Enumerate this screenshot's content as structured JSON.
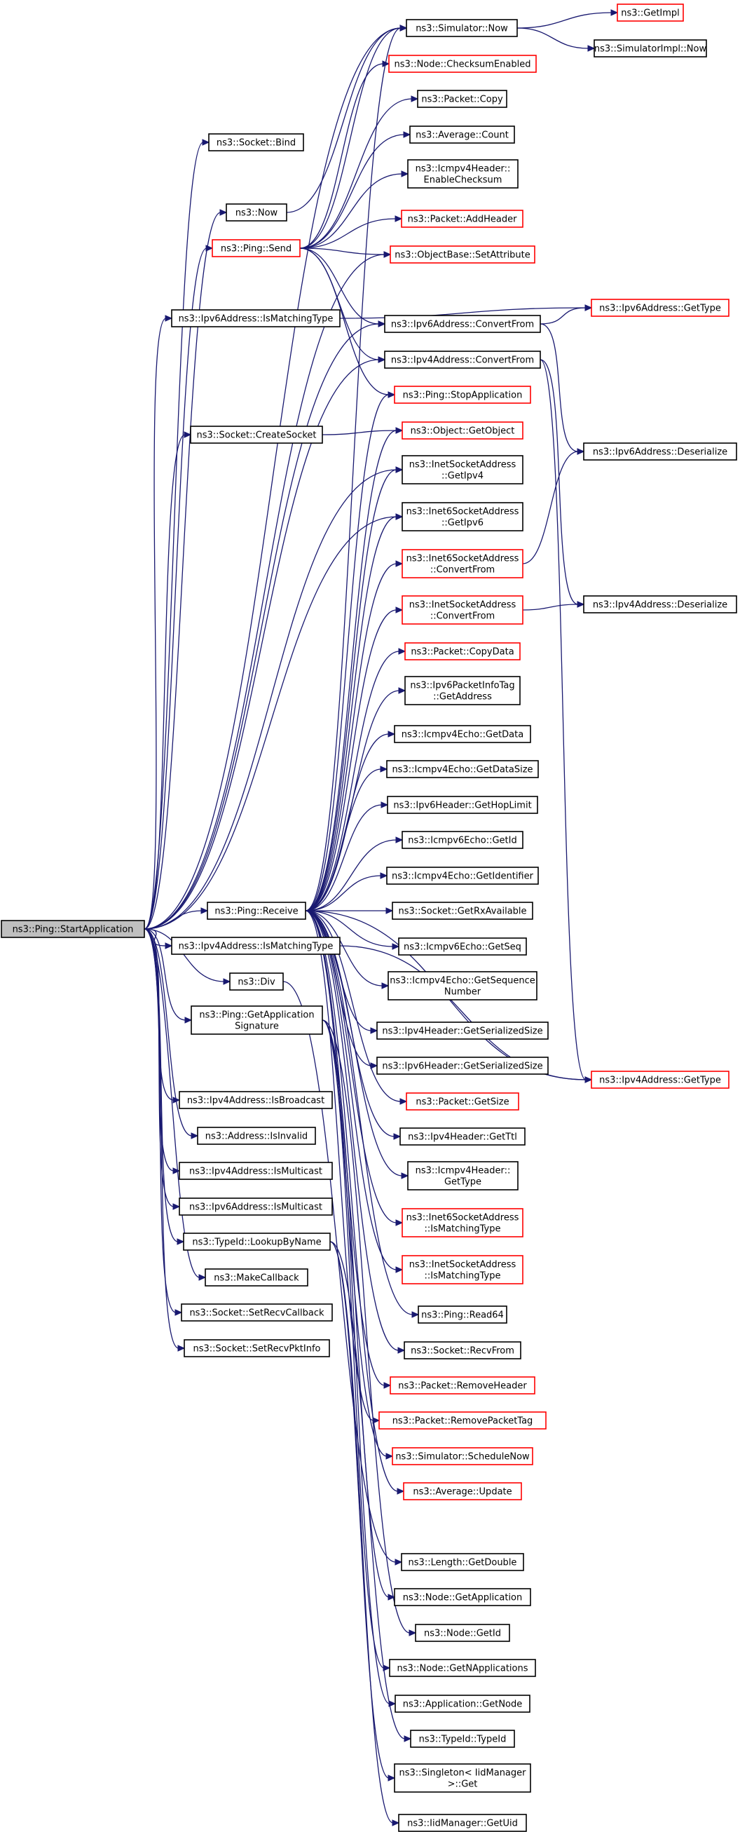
{
  "root": "ns3::Ping::StartApplication",
  "nodes": {
    "start": {
      "lines": [
        "ns3::Ping::StartApplication"
      ],
      "kind": "root"
    },
    "socketBind": {
      "lines": [
        "ns3::Socket::Bind"
      ],
      "kind": "black"
    },
    "now": {
      "lines": [
        "ns3::Now"
      ],
      "kind": "black"
    },
    "pingSend": {
      "lines": [
        "ns3::Ping::Send"
      ],
      "kind": "red"
    },
    "ipv6IsMatching": {
      "lines": [
        "ns3::Ipv6Address::IsMatchingType"
      ],
      "kind": "black"
    },
    "socketCreate": {
      "lines": [
        "ns3::Socket::CreateSocket"
      ],
      "kind": "black"
    },
    "pingReceive": {
      "lines": [
        "ns3::Ping::Receive"
      ],
      "kind": "black"
    },
    "ipv4IsMatching": {
      "lines": [
        "ns3::Ipv4Address::IsMatchingType"
      ],
      "kind": "black"
    },
    "div": {
      "lines": [
        "ns3::Div"
      ],
      "kind": "black"
    },
    "getAppSig": {
      "lines": [
        "ns3::Ping::GetApplication",
        "Signature"
      ],
      "kind": "black"
    },
    "ipv4IsBroadcast": {
      "lines": [
        "ns3::Ipv4Address::IsBroadcast"
      ],
      "kind": "black"
    },
    "addrIsInvalid": {
      "lines": [
        "ns3::Address::IsInvalid"
      ],
      "kind": "black"
    },
    "ipv4IsMulticast": {
      "lines": [
        "ns3::Ipv4Address::IsMulticast"
      ],
      "kind": "black"
    },
    "ipv6IsMulticast": {
      "lines": [
        "ns3::Ipv6Address::IsMulticast"
      ],
      "kind": "black"
    },
    "lookupByName": {
      "lines": [
        "ns3::TypeId::LookupByName"
      ],
      "kind": "black"
    },
    "makeCallback": {
      "lines": [
        "ns3::MakeCallback"
      ],
      "kind": "black"
    },
    "setRecvCallback": {
      "lines": [
        "ns3::Socket::SetRecvCallback"
      ],
      "kind": "black"
    },
    "setRecvPktInfo": {
      "lines": [
        "ns3::Socket::SetRecvPktInfo"
      ],
      "kind": "black"
    },
    "simNow": {
      "lines": [
        "ns3::Simulator::Now"
      ],
      "kind": "black"
    },
    "checksumEnabled": {
      "lines": [
        "ns3::Node::ChecksumEnabled"
      ],
      "kind": "red"
    },
    "packetCopy": {
      "lines": [
        "ns3::Packet::Copy"
      ],
      "kind": "black"
    },
    "avgCount": {
      "lines": [
        "ns3::Average::Count"
      ],
      "kind": "black"
    },
    "icmpv4EnableChecksum": {
      "lines": [
        "ns3::Icmpv4Header::",
        "EnableChecksum"
      ],
      "kind": "black"
    },
    "packetAddHeader": {
      "lines": [
        "ns3::Packet::AddHeader"
      ],
      "kind": "red"
    },
    "setAttribute": {
      "lines": [
        "ns3::ObjectBase::SetAttribute"
      ],
      "kind": "red"
    },
    "ipv6ConvertFrom": {
      "lines": [
        "ns3::Ipv6Address::ConvertFrom"
      ],
      "kind": "black"
    },
    "ipv4ConvertFrom": {
      "lines": [
        "ns3::Ipv4Address::ConvertFrom"
      ],
      "kind": "black"
    },
    "stopApp": {
      "lines": [
        "ns3::Ping::StopApplication"
      ],
      "kind": "red"
    },
    "getObject": {
      "lines": [
        "ns3::Object::GetObject"
      ],
      "kind": "red"
    },
    "inetGetIpv4": {
      "lines": [
        "ns3::InetSocketAddress",
        "::GetIpv4"
      ],
      "kind": "black"
    },
    "inet6GetIpv6": {
      "lines": [
        "ns3::Inet6SocketAddress",
        "::GetIpv6"
      ],
      "kind": "black"
    },
    "inet6ConvertFrom": {
      "lines": [
        "ns3::Inet6SocketAddress",
        "::ConvertFrom"
      ],
      "kind": "red"
    },
    "inetConvertFrom": {
      "lines": [
        "ns3::InetSocketAddress",
        "::ConvertFrom"
      ],
      "kind": "red"
    },
    "packetCopyData": {
      "lines": [
        "ns3::Packet::CopyData"
      ],
      "kind": "red"
    },
    "ipv6PktInfoTag": {
      "lines": [
        "ns3::Ipv6PacketInfoTag",
        "::GetAddress"
      ],
      "kind": "black"
    },
    "icmpv4EchoGetData": {
      "lines": [
        "ns3::Icmpv4Echo::GetData"
      ],
      "kind": "black"
    },
    "icmpv4EchoGetDataSize": {
      "lines": [
        "ns3::Icmpv4Echo::GetDataSize"
      ],
      "kind": "black"
    },
    "ipv6HeaderHopLimit": {
      "lines": [
        "ns3::Ipv6Header::GetHopLimit"
      ],
      "kind": "black"
    },
    "icmpv6EchoGetId": {
      "lines": [
        "ns3::Icmpv6Echo::GetId"
      ],
      "kind": "black"
    },
    "icmpv4EchoGetIdentifier": {
      "lines": [
        "ns3::Icmpv4Echo::GetIdentifier"
      ],
      "kind": "black"
    },
    "socketRxAvailable": {
      "lines": [
        "ns3::Socket::GetRxAvailable"
      ],
      "kind": "black"
    },
    "icmpv6EchoGetSeq": {
      "lines": [
        "ns3::Icmpv6Echo::GetSeq"
      ],
      "kind": "black"
    },
    "icmpv4EchoGetSeqNum": {
      "lines": [
        "ns3::Icmpv4Echo::GetSequence",
        "Number"
      ],
      "kind": "black"
    },
    "ipv4HeaderSerSize": {
      "lines": [
        "ns3::Ipv4Header::GetSerializedSize"
      ],
      "kind": "black"
    },
    "ipv6HeaderSerSize": {
      "lines": [
        "ns3::Ipv6Header::GetSerializedSize"
      ],
      "kind": "black"
    },
    "packetGetSize": {
      "lines": [
        "ns3::Packet::GetSize"
      ],
      "kind": "red"
    },
    "ipv4HeaderTtl": {
      "lines": [
        "ns3::Ipv4Header::GetTtl"
      ],
      "kind": "black"
    },
    "icmpv4HeaderGetType": {
      "lines": [
        "ns3::Icmpv4Header::",
        "GetType"
      ],
      "kind": "black"
    },
    "inet6IsMatching": {
      "lines": [
        "ns3::Inet6SocketAddress",
        "::IsMatchingType"
      ],
      "kind": "red"
    },
    "inetIsMatching": {
      "lines": [
        "ns3::InetSocketAddress",
        "::IsMatchingType"
      ],
      "kind": "red"
    },
    "pingRead64": {
      "lines": [
        "ns3::Ping::Read64"
      ],
      "kind": "black"
    },
    "socketRecvFrom": {
      "lines": [
        "ns3::Socket::RecvFrom"
      ],
      "kind": "black"
    },
    "packetRemoveHeader": {
      "lines": [
        "ns3::Packet::RemoveHeader"
      ],
      "kind": "red"
    },
    "packetRemovePacketTag": {
      "lines": [
        "ns3::Packet::RemovePacketTag"
      ],
      "kind": "red"
    },
    "simScheduleNow": {
      "lines": [
        "ns3::Simulator::ScheduleNow"
      ],
      "kind": "red"
    },
    "avgUpdate": {
      "lines": [
        "ns3::Average::Update"
      ],
      "kind": "red"
    },
    "lengthGetDouble": {
      "lines": [
        "ns3::Length::GetDouble"
      ],
      "kind": "black"
    },
    "nodeGetApplication": {
      "lines": [
        "ns3::Node::GetApplication"
      ],
      "kind": "black"
    },
    "nodeGetId": {
      "lines": [
        "ns3::Node::GetId"
      ],
      "kind": "black"
    },
    "nodeGetNApps": {
      "lines": [
        "ns3::Node::GetNApplications"
      ],
      "kind": "black"
    },
    "appGetNode": {
      "lines": [
        "ns3::Application::GetNode"
      ],
      "kind": "black"
    },
    "typeIdTypeId": {
      "lines": [
        "ns3::TypeId::TypeId"
      ],
      "kind": "black"
    },
    "singletonGet": {
      "lines": [
        "ns3::Singleton< IidManager",
        " >::Get"
      ],
      "kind": "black"
    },
    "iidGetUid": {
      "lines": [
        "ns3::IidManager::GetUid"
      ],
      "kind": "black"
    },
    "getImpl": {
      "lines": [
        "ns3::GetImpl"
      ],
      "kind": "red"
    },
    "simImplNow": {
      "lines": [
        "ns3::SimulatorImpl::Now"
      ],
      "kind": "black"
    },
    "ipv6GetType": {
      "lines": [
        "ns3::Ipv6Address::GetType"
      ],
      "kind": "red"
    },
    "ipv6Deserialize": {
      "lines": [
        "ns3::Ipv6Address::Deserialize"
      ],
      "kind": "black"
    },
    "ipv4Deserialize": {
      "lines": [
        "ns3::Ipv4Address::Deserialize"
      ],
      "kind": "black"
    },
    "ipv4GetType": {
      "lines": [
        "ns3::Ipv4Address::GetType"
      ],
      "kind": "red"
    }
  },
  "edges": [
    [
      "start",
      "socketBind"
    ],
    [
      "start",
      "now"
    ],
    [
      "start",
      "pingSend"
    ],
    [
      "start",
      "ipv6IsMatching"
    ],
    [
      "start",
      "socketCreate"
    ],
    [
      "start",
      "pingReceive"
    ],
    [
      "start",
      "ipv4IsMatching"
    ],
    [
      "start",
      "div"
    ],
    [
      "start",
      "getAppSig"
    ],
    [
      "start",
      "ipv4IsBroadcast"
    ],
    [
      "start",
      "addrIsInvalid"
    ],
    [
      "start",
      "ipv4IsMulticast"
    ],
    [
      "start",
      "ipv6IsMulticast"
    ],
    [
      "start",
      "lookupByName"
    ],
    [
      "start",
      "makeCallback"
    ],
    [
      "start",
      "setRecvCallback"
    ],
    [
      "start",
      "setRecvPktInfo"
    ],
    [
      "start",
      "simNow"
    ],
    [
      "start",
      "setAttribute"
    ],
    [
      "start",
      "ipv6ConvertFrom"
    ],
    [
      "start",
      "ipv4ConvertFrom"
    ],
    [
      "start",
      "inetGetIpv4"
    ],
    [
      "start",
      "inet6GetIpv6"
    ],
    [
      "now",
      "simNow"
    ],
    [
      "pingSend",
      "simNow"
    ],
    [
      "pingSend",
      "checksumEnabled"
    ],
    [
      "pingSend",
      "packetCopy"
    ],
    [
      "pingSend",
      "avgCount"
    ],
    [
      "pingSend",
      "icmpv4EnableChecksum"
    ],
    [
      "pingSend",
      "packetAddHeader"
    ],
    [
      "pingSend",
      "setAttribute"
    ],
    [
      "pingSend",
      "ipv6ConvertFrom"
    ],
    [
      "pingSend",
      "ipv4ConvertFrom"
    ],
    [
      "pingSend",
      "stopApp"
    ],
    [
      "ipv6IsMatching",
      "ipv6GetType"
    ],
    [
      "socketCreate",
      "getObject"
    ],
    [
      "pingReceive",
      "simNow"
    ],
    [
      "pingReceive",
      "stopApp"
    ],
    [
      "pingReceive",
      "getObject"
    ],
    [
      "pingReceive",
      "inetGetIpv4"
    ],
    [
      "pingReceive",
      "inet6GetIpv6"
    ],
    [
      "pingReceive",
      "inet6ConvertFrom"
    ],
    [
      "pingReceive",
      "inetConvertFrom"
    ],
    [
      "pingReceive",
      "packetCopyData"
    ],
    [
      "pingReceive",
      "ipv6PktInfoTag"
    ],
    [
      "pingReceive",
      "icmpv4EchoGetData"
    ],
    [
      "pingReceive",
      "icmpv4EchoGetDataSize"
    ],
    [
      "pingReceive",
      "ipv6HeaderHopLimit"
    ],
    [
      "pingReceive",
      "icmpv6EchoGetId"
    ],
    [
      "pingReceive",
      "icmpv4EchoGetIdentifier"
    ],
    [
      "pingReceive",
      "socketRxAvailable"
    ],
    [
      "pingReceive",
      "icmpv6EchoGetSeq"
    ],
    [
      "pingReceive",
      "icmpv4EchoGetSeqNum"
    ],
    [
      "pingReceive",
      "ipv4HeaderSerSize"
    ],
    [
      "pingReceive",
      "ipv6HeaderSerSize"
    ],
    [
      "pingReceive",
      "packetGetSize"
    ],
    [
      "pingReceive",
      "ipv4HeaderTtl"
    ],
    [
      "pingReceive",
      "icmpv4HeaderGetType"
    ],
    [
      "pingReceive",
      "inet6IsMatching"
    ],
    [
      "pingReceive",
      "inetIsMatching"
    ],
    [
      "pingReceive",
      "pingRead64"
    ],
    [
      "pingReceive",
      "socketRecvFrom"
    ],
    [
      "pingReceive",
      "packetRemoveHeader"
    ],
    [
      "pingReceive",
      "packetRemovePacketTag"
    ],
    [
      "pingReceive",
      "simScheduleNow"
    ],
    [
      "pingReceive",
      "avgUpdate"
    ],
    [
      "pingReceive",
      "ipv4GetType"
    ],
    [
      "ipv4IsMatching",
      "ipv4GetType"
    ],
    [
      "div",
      "lengthGetDouble"
    ],
    [
      "getAppSig",
      "nodeGetApplication"
    ],
    [
      "getAppSig",
      "nodeGetId"
    ],
    [
      "getAppSig",
      "nodeGetNApps"
    ],
    [
      "getAppSig",
      "appGetNode"
    ],
    [
      "lookupByName",
      "typeIdTypeId"
    ],
    [
      "lookupByName",
      "singletonGet"
    ],
    [
      "lookupByName",
      "iidGetUid"
    ],
    [
      "simNow",
      "getImpl"
    ],
    [
      "simNow",
      "simImplNow"
    ],
    [
      "ipv6ConvertFrom",
      "ipv6GetType"
    ],
    [
      "ipv6ConvertFrom",
      "ipv6Deserialize"
    ],
    [
      "ipv4ConvertFrom",
      "ipv4Deserialize"
    ],
    [
      "ipv4ConvertFrom",
      "ipv4GetType"
    ],
    [
      "inet6ConvertFrom",
      "ipv6Deserialize"
    ],
    [
      "inetConvertFrom",
      "ipv4Deserialize"
    ]
  ]
}
